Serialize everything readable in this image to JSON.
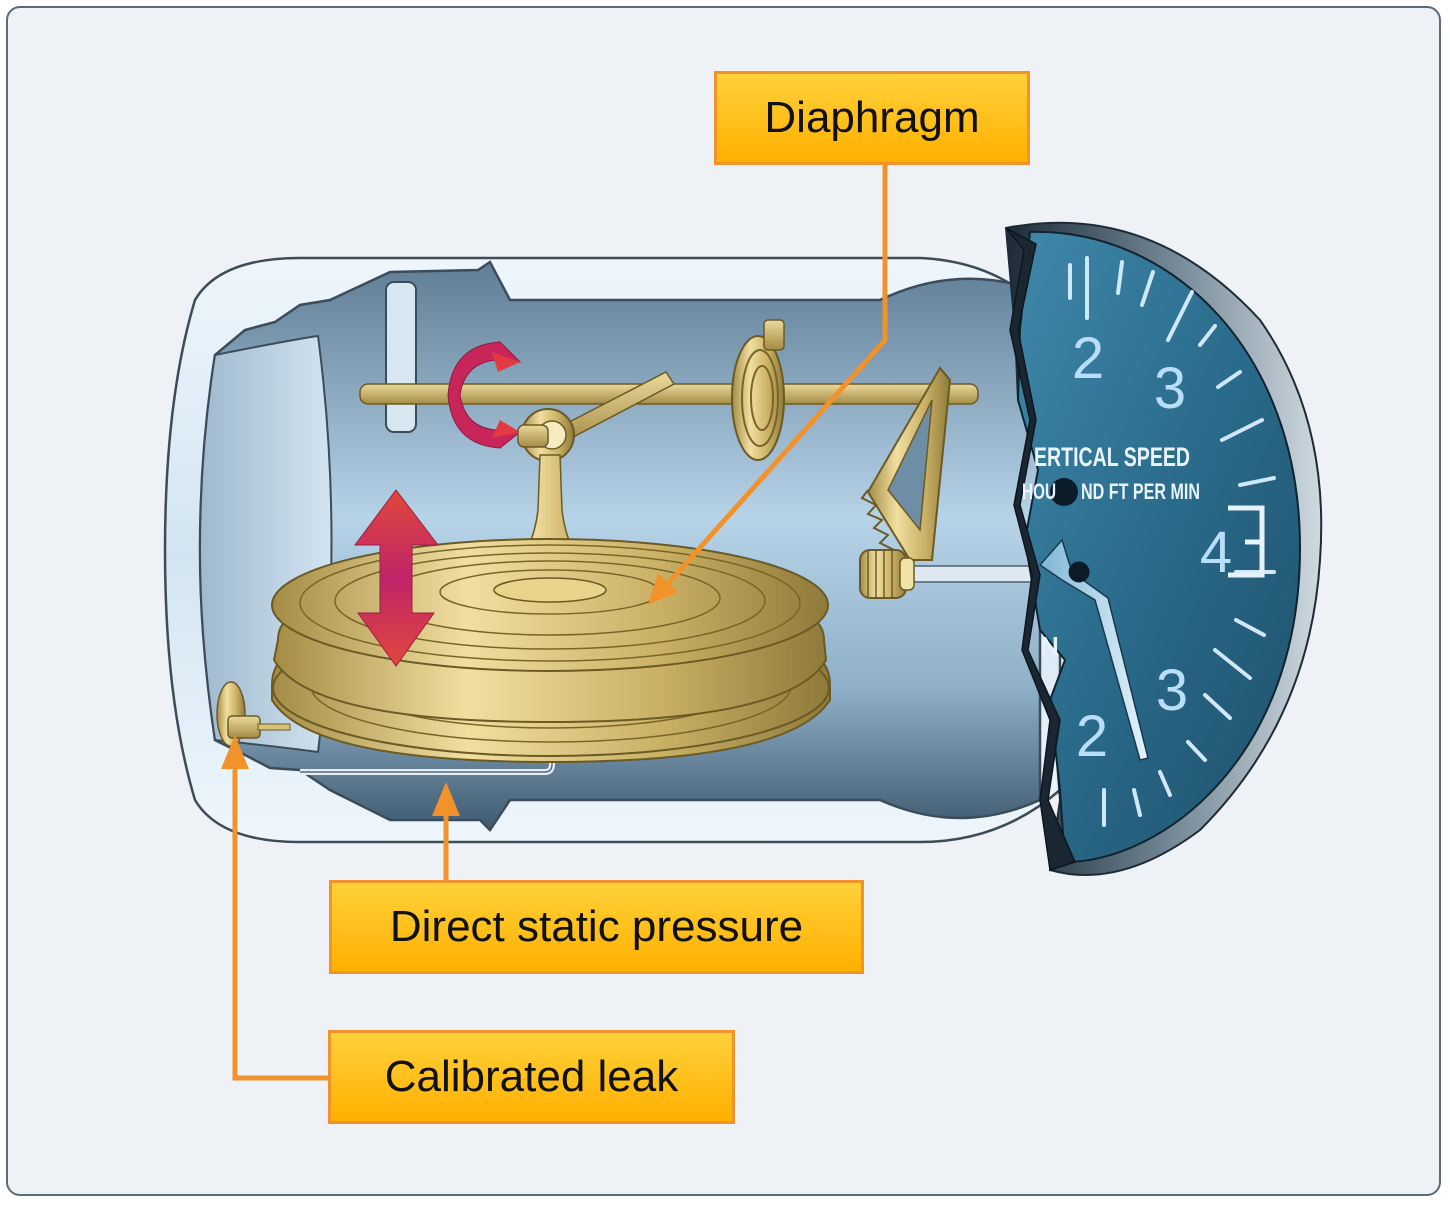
{
  "callouts": {
    "diaphragm": "Diaphragm",
    "direct_static_pressure": "Direct static pressure",
    "calibrated_leak": "Calibrated leak"
  },
  "dial": {
    "title_line1": "ERTICAL SPEED",
    "title_line2_a": "HOU",
    "title_line2_b": "ND FT PER MIN",
    "side_letter": "N",
    "numerals": {
      "upper_2": "2",
      "upper_3": "3",
      "right_4": "4",
      "lower_3": "3",
      "lower_2": "2"
    }
  },
  "colors": {
    "callout_fill": "#ffc21a",
    "callout_border": "#f2922a",
    "leader_line": "#f2922a",
    "housing_blue": "#b7d0e6",
    "brass": "#c8b16a",
    "motion_arrow": "#c2255c",
    "dial_face": "#2f6f8f"
  }
}
